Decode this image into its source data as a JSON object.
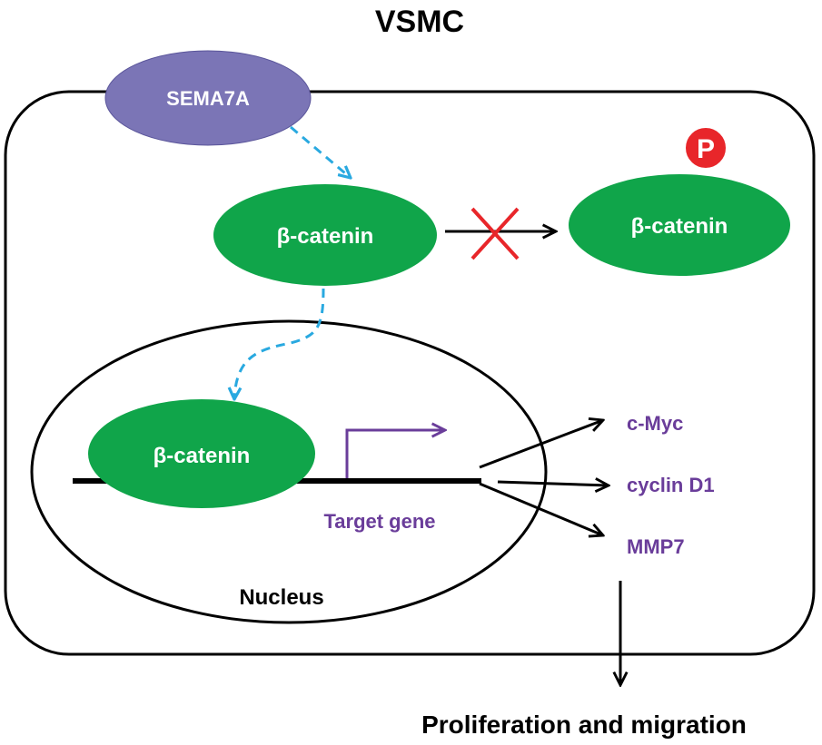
{
  "title": "VSMC",
  "nodes": {
    "sema7a": "SEMA7A",
    "beta_catenin_cytoplasm": "β-catenin",
    "beta_catenin_phospho": "β-catenin",
    "phospho_badge": "P",
    "beta_catenin_nucleus": "β-catenin"
  },
  "labels": {
    "target_gene": "Target gene",
    "nucleus": "Nucleus",
    "outcome": "Proliferation and migration"
  },
  "targets": [
    "c-Myc",
    "cyclin D1",
    "MMP7"
  ],
  "colors": {
    "sema7a_fill": "#7b75b6",
    "catenin_fill": "#10a54a",
    "dashed_arrow": "#29a9e0",
    "block_cross": "#e8262a",
    "phospho_badge": "#e8262a",
    "gene_text": "#6a3d9a",
    "outline": "#000000"
  }
}
